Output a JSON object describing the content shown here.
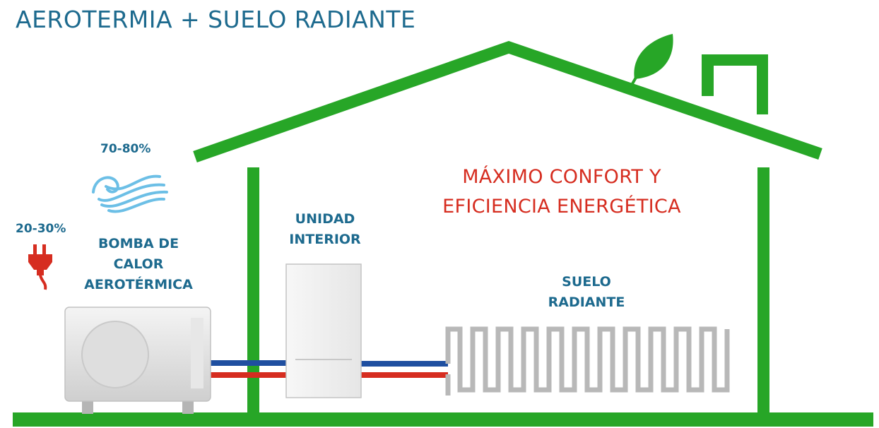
{
  "title": "AEROTERMIA + SUELO RADIANTE",
  "air_percentage": "70-80%",
  "electric_percentage": "20-30%",
  "heat_pump": {
    "line1": "BOMBA DE",
    "line2": "CALOR",
    "line3": "AEROTÉRMICA"
  },
  "indoor_unit": {
    "line1": "UNIDAD",
    "line2": "INTERIOR"
  },
  "floor_heating": {
    "line1": "SUELO",
    "line2": "RADIANTE"
  },
  "headline": {
    "line1": "MÁXIMO CONFORT Y",
    "line2": "EFICIENCIA ENERGÉTICA"
  },
  "colors": {
    "house_green": "#27a627",
    "title_blue": "#1d6a8e",
    "headline_red": "#d62d20",
    "pipe_blue": "#1f4fa0",
    "pipe_red": "#d62d20",
    "coil_gray": "#b8b8b8"
  },
  "icons": [
    "leaf-icon",
    "wind-icon",
    "plug-icon"
  ]
}
